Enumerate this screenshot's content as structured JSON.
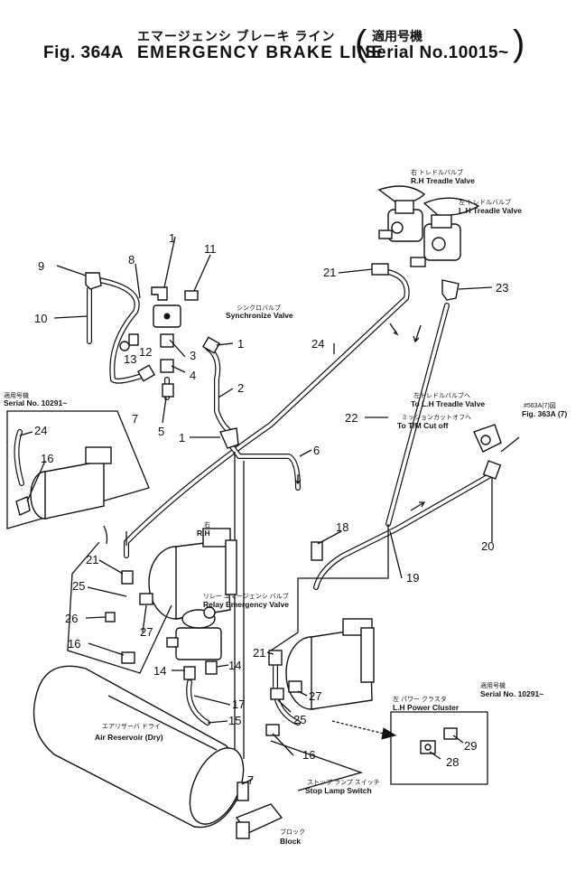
{
  "title": {
    "jp": "エマージェンシ ブレーキ ライン",
    "jp_serial": "適用号機",
    "fig": "Fig. 364A",
    "en": "EMERGENCY BRAKE LINE",
    "serial": "Serial No.10015~"
  },
  "labels": {
    "rh_treadle_jp": "右 トレドルバルブ",
    "rh_treadle": "R.H Treadle Valve",
    "lh_treadle_jp": "左 トレドルバルブ",
    "lh_treadle": "L.H Treadle Valve",
    "sync_jp": "シンクロバルブ",
    "sync": "Synchronize Valve",
    "serial_inset_jp": "適用号機",
    "serial_inset": "Serial No. 10291~",
    "to_lh_treadle_jp": "左トレドルバルブへ",
    "to_lh_treadle": "To L.H Treadle Valve",
    "tm_cutoff_jp": "ミッションカットオフへ",
    "tm_cutoff": "To T/M Cut off",
    "ref_jp": "Fig. 363A (7)",
    "ref_jp_top": "#563A(7)図",
    "rh_jp": "右",
    "rh": "R.H",
    "relay_jp": "リレー エマージェンシ バルブ",
    "relay": "Relay Emergency Valve",
    "lh_power_jp": "左 パワー クラスタ",
    "lh_power": "L.H Power Cluster",
    "serial2_jp": "適用号機",
    "serial2": "Serial No. 10291~",
    "air_res_jp": "エアリザーバ ドライ",
    "air_res": "Air Reservoir (Dry)",
    "stop_lamp_jp": "ストップ ランプ スイッチ",
    "stop_lamp": "Stop Lamp Switch",
    "block_jp": "ブロック",
    "block": "Block"
  },
  "callouts": {
    "c1a": "1",
    "c11": "11",
    "c9": "9",
    "c8": "8",
    "c10": "10",
    "c13": "13",
    "c12": "12",
    "c3": "3",
    "c1b": "1",
    "c4": "4",
    "c7a": "7",
    "c5": "5",
    "c2": "2",
    "c1c": "1",
    "c21a": "21",
    "c24a": "24",
    "c23": "23",
    "c22": "22",
    "c6": "6",
    "c24b": "24",
    "c16a": "16",
    "c18": "18",
    "c20": "20",
    "c19": "19",
    "c21b": "21",
    "c25a": "25",
    "c26": "26",
    "c27a": "27",
    "c16b": "16",
    "c14a": "14",
    "c14b": "14",
    "c17": "17",
    "c15": "15",
    "c21c": "21",
    "c27b": "27",
    "c25b": "25",
    "c16c": "16",
    "c29": "29",
    "c28": "28",
    "c7b": "7"
  }
}
